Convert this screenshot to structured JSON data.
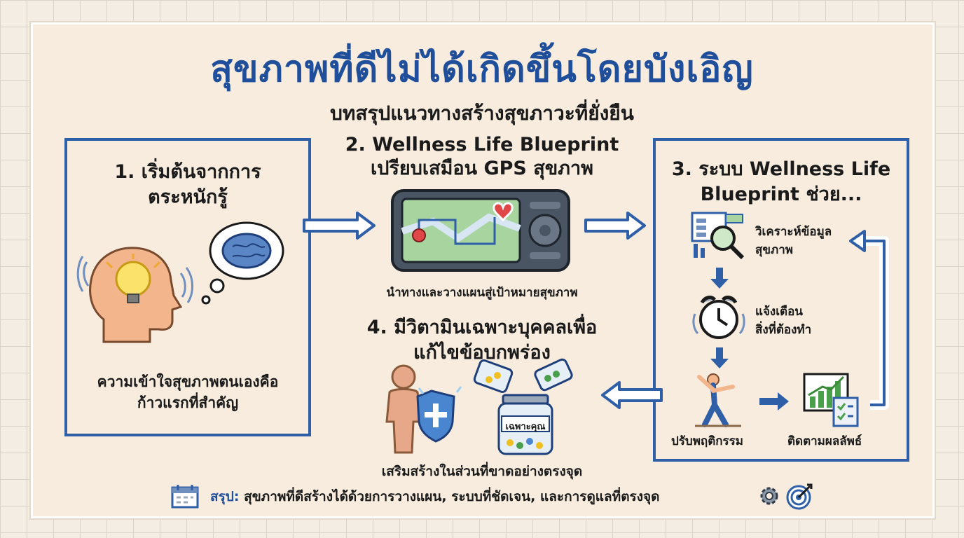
{
  "title": "สุขภาพที่ดีไม่ได้เกิดขึ้นโดยบังเอิญ",
  "subtitle": "บทสรุปแนวทางสร้างสุขภาวะที่ยั่งยืน",
  "step1": {
    "heading_line1": "1. เริ่มต้นจากการ",
    "heading_line2": "ตระหนักรู้",
    "caption_line1": "ความเข้าใจสุขภาพตนเองคือ",
    "caption_line2": "ก้าวแรกที่สำคัญ"
  },
  "step2": {
    "heading_line1": "2. Wellness Life Blueprint",
    "heading_line2": "เปรียบเสมือน GPS สุขภาพ",
    "caption": "นำทางและวางแผนสู่เป้าหมายสุขภาพ"
  },
  "step3": {
    "heading_line1": "3. ระบบ Wellness Life",
    "heading_line2": "Blueprint ช่วย...",
    "items": {
      "analyze_line1": "วิเคราะห์ข้อมูล",
      "analyze_line2": "สุขภาพ",
      "alert_line1": "แจ้งเตือน",
      "alert_line2": "สิ่งที่ต้องทำ",
      "adjust": "ปรับพฤติกรรม",
      "track": "ติดตามผลลัพธ์"
    }
  },
  "step4": {
    "heading_line1": "4. มีวิตามินเฉพาะบุคคลเพื่อ",
    "heading_line2": "แก้ไขข้อบกพร่อง",
    "jar_label": "เฉพาะคุณ",
    "caption": "เสริมสร้างในส่วนที่ขาดอย่างตรงจุด"
  },
  "summary": {
    "prefix": "สรุป:",
    "text": "สุขภาพที่ดีสร้างได้ด้วยการวางแผน, ระบบที่ชัดเจน, และการดูแลที่ตรงจุด"
  },
  "colors": {
    "accent_blue": "#2f5fa7",
    "title_blue": "#1f4e9a",
    "background": "#f7ecde"
  }
}
